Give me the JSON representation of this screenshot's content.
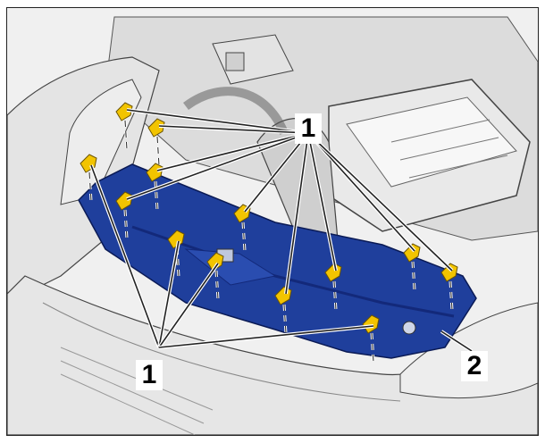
{
  "figure": {
    "callouts": [
      {
        "id": "c1-top",
        "label": "1"
      },
      {
        "id": "c1-bottom",
        "label": "1"
      },
      {
        "id": "c2",
        "label": "2"
      }
    ],
    "colors": {
      "panel": "#1f3f9c",
      "panel_dark": "#13297a",
      "bolt": "#f2c400",
      "line": "#222222",
      "body": "#e6e6e6"
    },
    "components": {
      "bolts_label": "1",
      "panel_label": "2"
    }
  }
}
